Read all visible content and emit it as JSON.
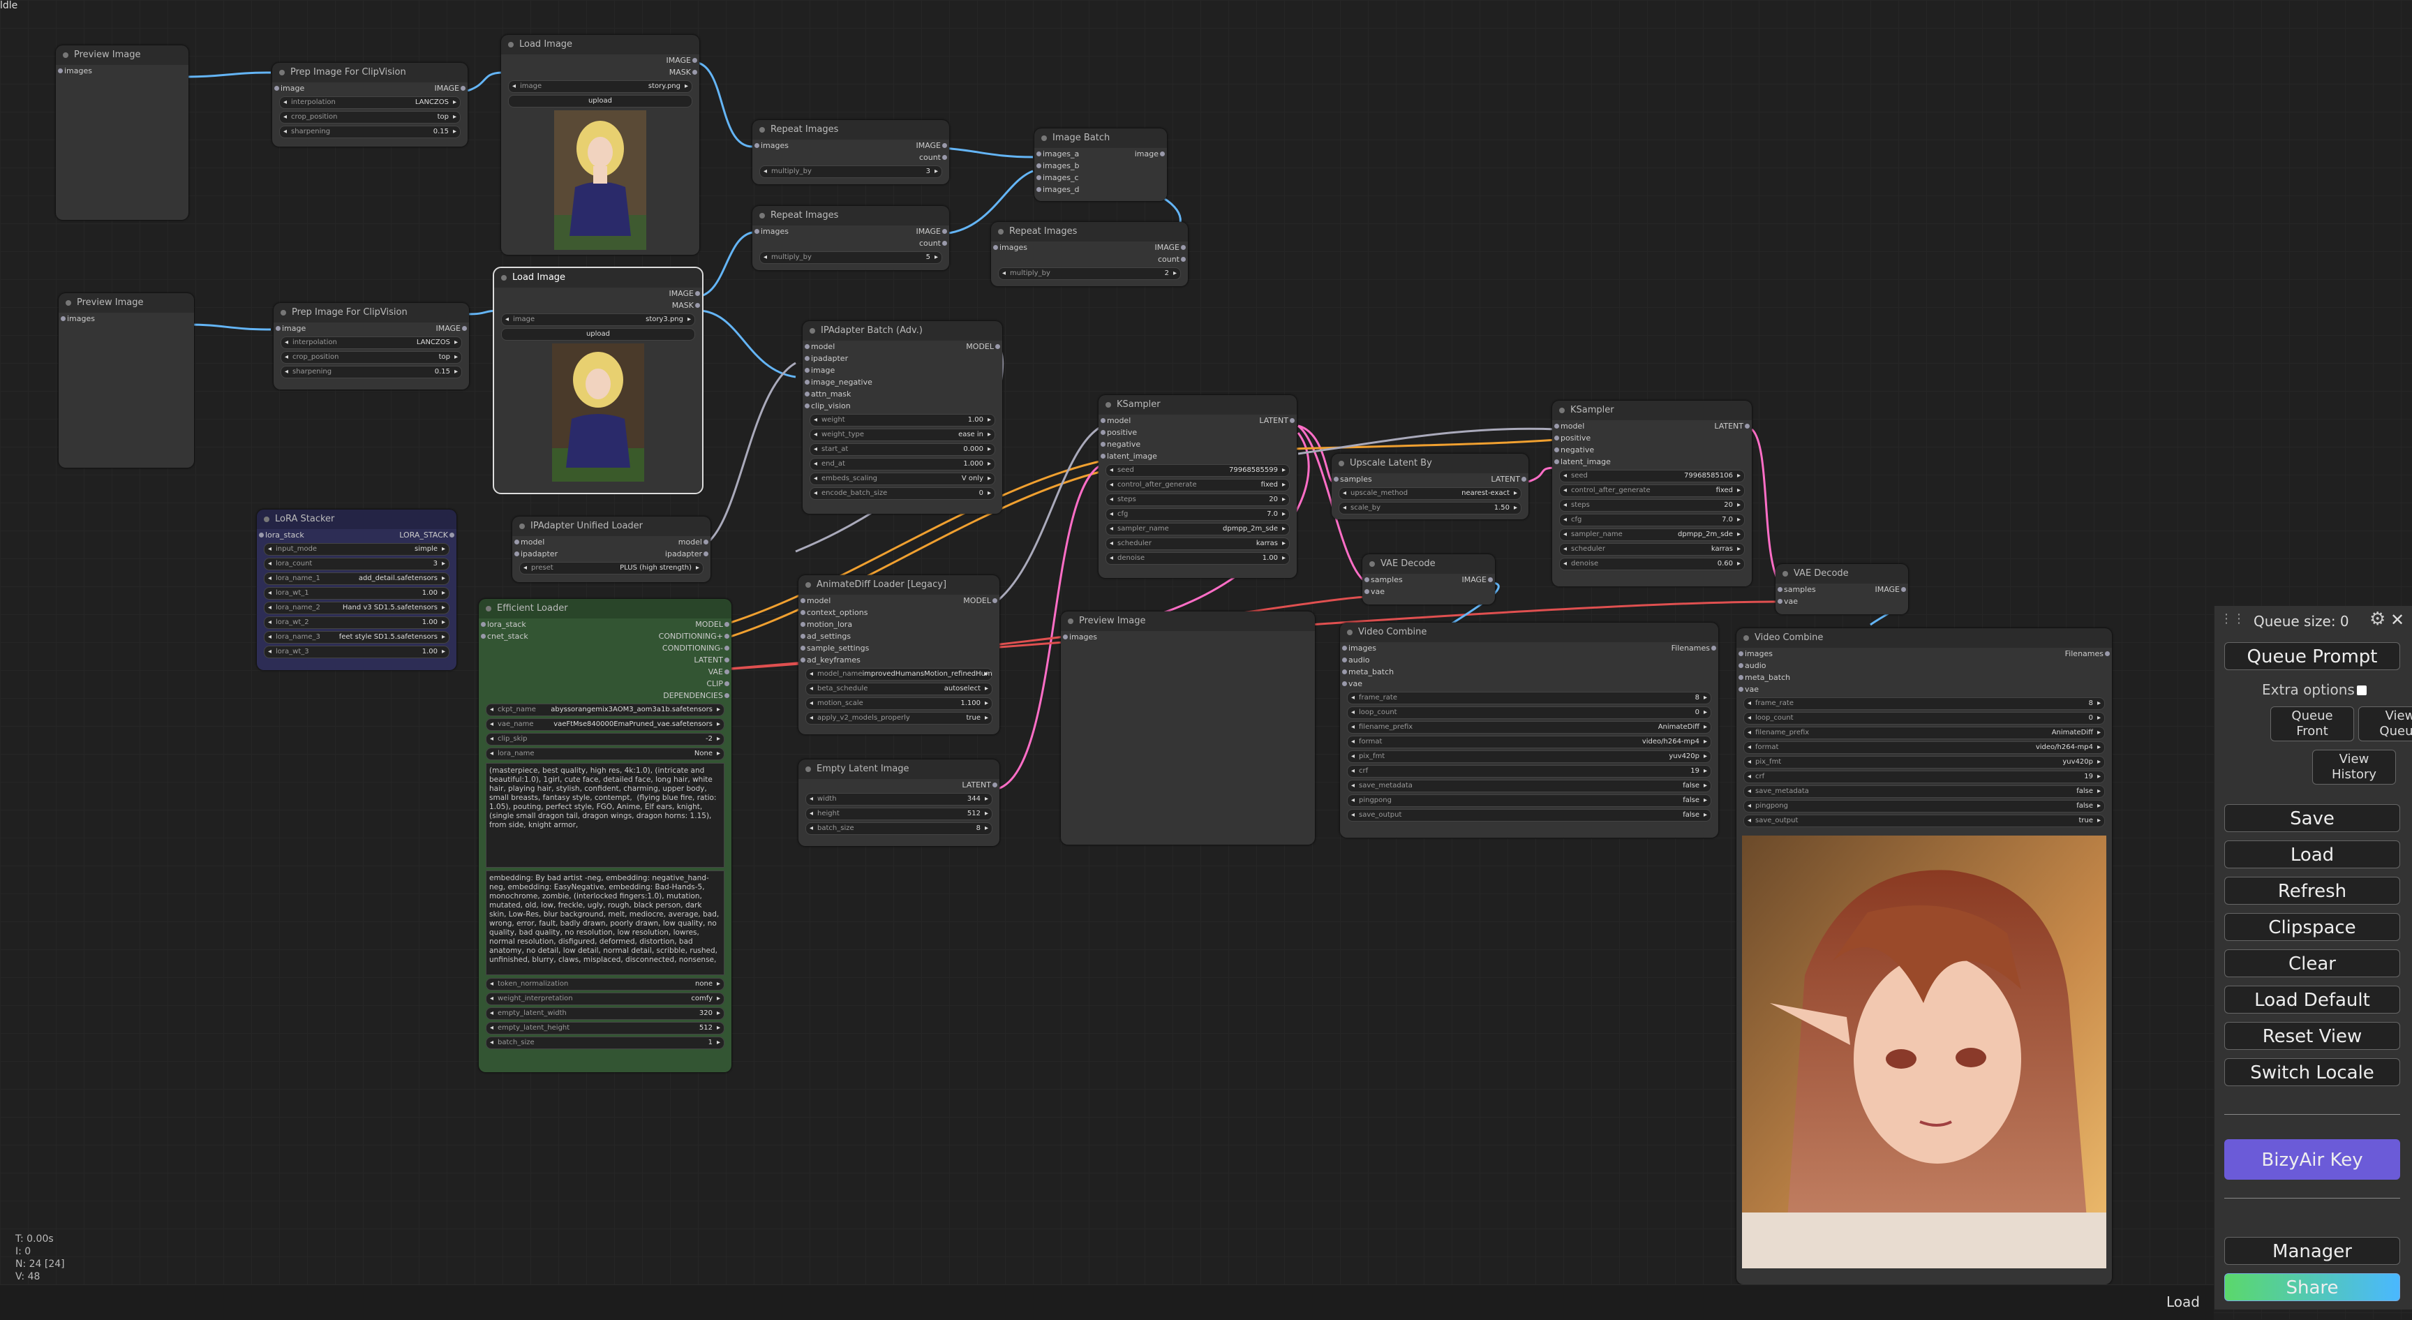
{
  "app_title": "ldle",
  "colors": {
    "canvas_bg": "#202020",
    "node_bg": "#353535",
    "lora_node_bg": "#2d2d55",
    "efficient_node_bg": "#335533",
    "bizyair_button": "#6b5bd8",
    "share_gradient_start": "#5bd86b",
    "share_gradient_end": "#4ab8ff"
  },
  "nodes": {
    "preview1": {
      "title": "Preview Image",
      "input": "images"
    },
    "prep1": {
      "title": "Prep Image For ClipVision",
      "input": "image",
      "output": "IMAGE",
      "widgets": [
        {
          "label": "interpolation",
          "value": "LANCZOS"
        },
        {
          "label": "crop_position",
          "value": "top"
        },
        {
          "label": "sharpening",
          "value": "0.15"
        }
      ]
    },
    "load1": {
      "title": "Load Image",
      "out1": "IMAGE",
      "out2": "MASK",
      "image_label": "image",
      "image_value": "story.png",
      "upload": "upload"
    },
    "repeat1": {
      "title": "Repeat Images",
      "input": "images",
      "out1": "IMAGE",
      "out2": "count",
      "w_label": "multiply_by",
      "w_value": "3"
    },
    "repeat2": {
      "title": "Repeat Images",
      "input": "images",
      "out1": "IMAGE",
      "out2": "count",
      "w_label": "multiply_by",
      "w_value": "5"
    },
    "repeat3": {
      "title": "Repeat Images",
      "input": "images",
      "out1": "IMAGE",
      "out2": "count",
      "w_label": "multiply_by",
      "w_value": "2"
    },
    "batch": {
      "title": "Image Batch",
      "inputs": [
        "images_a",
        "images_b",
        "images_c",
        "images_d"
      ],
      "output": "image"
    },
    "preview2": {
      "title": "Preview Image",
      "input": "images"
    },
    "prep2": {
      "title": "Prep Image For ClipVision",
      "input": "image",
      "output": "IMAGE",
      "widgets": [
        {
          "label": "interpolation",
          "value": "LANCZOS"
        },
        {
          "label": "crop_position",
          "value": "top"
        },
        {
          "label": "sharpening",
          "value": "0.15"
        }
      ]
    },
    "load2": {
      "title": "Load Image",
      "out1": "IMAGE",
      "out2": "MASK",
      "image_label": "image",
      "image_value": "story3.png",
      "upload": "upload"
    },
    "ipabatch": {
      "title": "IPAdapter Batch (Adv.)",
      "inputs": [
        "model",
        "ipadapter",
        "image",
        "image_negative",
        "attn_mask",
        "clip_vision"
      ],
      "output": "MODEL",
      "widgets": [
        {
          "label": "weight",
          "value": "1.00"
        },
        {
          "label": "weight_type",
          "value": "ease in"
        },
        {
          "label": "start_at",
          "value": "0.000"
        },
        {
          "label": "end_at",
          "value": "1.000"
        },
        {
          "label": "embeds_scaling",
          "value": "V only"
        },
        {
          "label": "encode_batch_size",
          "value": "0"
        }
      ]
    },
    "lora": {
      "title": "LoRA Stacker",
      "input": "lora_stack",
      "output": "LORA_STACK",
      "widgets": [
        {
          "label": "input_mode",
          "value": "simple"
        },
        {
          "label": "lora_count",
          "value": "3"
        },
        {
          "label": "lora_name_1",
          "value": "add_detail.safetensors"
        },
        {
          "label": "lora_wt_1",
          "value": "1.00"
        },
        {
          "label": "lora_name_2",
          "value": "Hand v3 SD1.5.safetensors"
        },
        {
          "label": "lora_wt_2",
          "value": "1.00"
        },
        {
          "label": "lora_name_3",
          "value": "feet style SD1.5.safetensors"
        },
        {
          "label": "lora_wt_3",
          "value": "1.00"
        }
      ]
    },
    "ipaunified": {
      "title": "IPAdapter Unified Loader",
      "inputs": [
        "model",
        "ipadapter"
      ],
      "outputs": [
        "model",
        "ipadapter"
      ],
      "w_label": "preset",
      "w_value": "PLUS (high strength)"
    },
    "efficient": {
      "title": "Efficient Loader",
      "inputs": [
        "lora_stack",
        "cnet_stack"
      ],
      "outputs": [
        "MODEL",
        "CONDITIONING+",
        "CONDITIONING-",
        "LATENT",
        "VAE",
        "CLIP",
        "DEPENDENCIES"
      ],
      "widgets": [
        {
          "label": "ckpt_name",
          "value": "abyssorangemix3AOM3_aom3a1b.safetensors"
        },
        {
          "label": "vae_name",
          "value": "vaeFtMse840000EmaPruned_vae.safetensors"
        },
        {
          "label": "clip_skip",
          "value": "-2"
        },
        {
          "label": "lora_name",
          "value": "None"
        }
      ],
      "positive": "(masterpiece, best quality, high res, 4k:1.0), (intricate and beautiful:1.0), 1girl, cute face, detailed face, long hair, white hair, playing hair, stylish, confident, charming, upper body, small breasts, fantasy style, contempt,  (flying blue fire, ratio: 1.05), pouting, perfect style, FGO, Anime, Elf ears, knight, (single small dragon tail, dragon wings, dragon horns: 1.15), from side, knight armor,",
      "negative": "embedding: By bad artist -neg, embedding: negative_hand-neg, embedding: EasyNegative, embedding: Bad-Hands-5, monochrome, zombie, (interlocked fingers:1.0), mutation, mutated, old, low, freckle, ugly, rough, black person, dark skin, Low-Res, blur background, melt, mediocre, average, bad, wrong, error, fault, badly drawn, poorly drawn, low quality, no quality, bad quality, no resolution, low resolution, lowres, normal resolution, disfigured, deformed, distortion, bad anatomy, no detail, low detail, normal detail, scribble, rushed, unfinished, blurry, claws, misplaced, disconnected, nonsense,",
      "widgets2": [
        {
          "label": "token_normalization",
          "value": "none"
        },
        {
          "label": "weight_interpretation",
          "value": "comfy"
        },
        {
          "label": "empty_latent_width",
          "value": "320"
        },
        {
          "label": "empty_latent_height",
          "value": "512"
        },
        {
          "label": "batch_size",
          "value": "1"
        }
      ]
    },
    "animatediff": {
      "title": "AnimateDiff Loader [Legacy]",
      "inputs": [
        "model",
        "context_options",
        "motion_lora",
        "ad_settings",
        "sample_settings",
        "ad_keyframes"
      ],
      "output": "MODEL",
      "widgets": [
        {
          "label": "model_name",
          "value": "improvedHumansMotion_refinedHumanMovement.ckpt"
        },
        {
          "label": "beta_schedule",
          "value": "autoselect"
        },
        {
          "label": "motion_scale",
          "value": "1.100"
        },
        {
          "label": "apply_v2_models_properly",
          "value": "true"
        }
      ]
    },
    "emptylatent": {
      "title": "Empty Latent Image",
      "output": "LATENT",
      "widgets": [
        {
          "label": "width",
          "value": "344"
        },
        {
          "label": "height",
          "value": "512"
        },
        {
          "label": "batch_size",
          "value": "8"
        }
      ]
    },
    "preview3": {
      "title": "Preview Image",
      "input": "images"
    },
    "ksampler1": {
      "title": "KSampler",
      "inputs": [
        "model",
        "positive",
        "negative",
        "latent_image"
      ],
      "output": "LATENT",
      "widgets": [
        {
          "label": "seed",
          "value": "79968585599"
        },
        {
          "label": "control_after_generate",
          "value": "fixed"
        },
        {
          "label": "steps",
          "value": "20"
        },
        {
          "label": "cfg",
          "value": "7.0"
        },
        {
          "label": "sampler_name",
          "value": "dpmpp_2m_sde"
        },
        {
          "label": "scheduler",
          "value": "karras"
        },
        {
          "label": "denoise",
          "value": "1.00"
        }
      ]
    },
    "upscale": {
      "title": "Upscale Latent By",
      "input": "samples",
      "output": "LATENT",
      "widgets": [
        {
          "label": "upscale_method",
          "value": "nearest-exact"
        },
        {
          "label": "scale_by",
          "value": "1.50"
        }
      ]
    },
    "vaedecode1": {
      "title": "VAE Decode",
      "inputs": [
        "samples",
        "vae"
      ],
      "output": "IMAGE"
    },
    "ksampler2": {
      "title": "KSampler",
      "inputs": [
        "model",
        "positive",
        "negative",
        "latent_image"
      ],
      "output": "LATENT",
      "widgets": [
        {
          "label": "seed",
          "value": "79968585106"
        },
        {
          "label": "control_after_generate",
          "value": "fixed"
        },
        {
          "label": "steps",
          "value": "20"
        },
        {
          "label": "cfg",
          "value": "7.0"
        },
        {
          "label": "sampler_name",
          "value": "dpmpp_2m_sde"
        },
        {
          "label": "scheduler",
          "value": "karras"
        },
        {
          "label": "denoise",
          "value": "0.60"
        }
      ]
    },
    "vaedecode2": {
      "title": "VAE Decode",
      "inputs": [
        "samples",
        "vae"
      ],
      "output": "IMAGE"
    },
    "videocombine1": {
      "title": "Video Combine",
      "inputs": [
        "images",
        "audio",
        "meta_batch",
        "vae"
      ],
      "output": "Filenames",
      "widgets": [
        {
          "label": "frame_rate",
          "value": "8"
        },
        {
          "label": "loop_count",
          "value": "0"
        },
        {
          "label": "filename_prefix",
          "value": "AnimateDiff"
        },
        {
          "label": "format",
          "value": "video/h264-mp4"
        },
        {
          "label": "pix_fmt",
          "value": "yuv420p"
        },
        {
          "label": "crf",
          "value": "19"
        },
        {
          "label": "save_metadata",
          "value": "false"
        },
        {
          "label": "pingpong",
          "value": "false"
        },
        {
          "label": "save_output",
          "value": "false"
        }
      ]
    },
    "videocombine2": {
      "title": "Video Combine",
      "inputs": [
        "images",
        "audio",
        "meta_batch",
        "vae"
      ],
      "output": "Filenames",
      "widgets": [
        {
          "label": "frame_rate",
          "value": "8"
        },
        {
          "label": "loop_count",
          "value": "0"
        },
        {
          "label": "filename_prefix",
          "value": "AnimateDiff"
        },
        {
          "label": "format",
          "value": "video/h264-mp4"
        },
        {
          "label": "pix_fmt",
          "value": "yuv420p"
        },
        {
          "label": "crf",
          "value": "19"
        },
        {
          "label": "save_metadata",
          "value": "false"
        },
        {
          "label": "pingpong",
          "value": "false"
        },
        {
          "label": "save_output",
          "value": "true"
        }
      ]
    }
  },
  "panel": {
    "queue_size": "Queue size: 0",
    "queue_prompt": "Queue Prompt",
    "extra_options": "Extra options",
    "queue_front": "Queue Front",
    "view_queue": "View Queue",
    "view_history": "View History",
    "save": "Save",
    "load": "Load",
    "refresh": "Refresh",
    "clipspace": "Clipspace",
    "clear": "Clear",
    "load_default": "Load Default",
    "reset_view": "Reset View",
    "switch_locale": "Switch Locale",
    "bizyair": "BizyAir Key",
    "manager": "Manager",
    "share": "Share"
  },
  "stats": {
    "t": "T: 0.00s",
    "i": "I: 0",
    "n": "N: 24 [24]",
    "v": "V: 48"
  },
  "bottom_load": "Load"
}
